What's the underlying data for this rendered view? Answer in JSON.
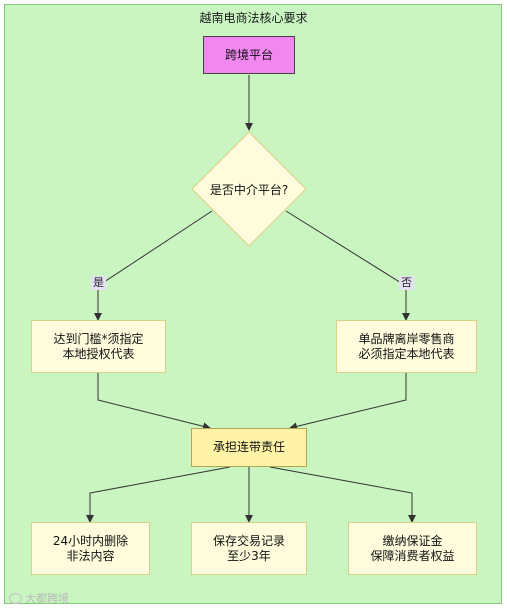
{
  "title": "越南电商法核心要求",
  "nodes": {
    "start": "跨境平台",
    "decision": "是否中介平台?",
    "left": "达到门槛*须指定\n本地授权代表",
    "right": "单品牌离岸零售商\n必须指定本地代表",
    "liability": "承担连带责任",
    "out1": "24小时内删除\n非法内容",
    "out2": "保存交易记录\n至少3年",
    "out3": "缴纳保证金\n保障消费者权益"
  },
  "edge_labels": {
    "yes": "是",
    "no": "否"
  },
  "watermark": "大都跨境",
  "colors": {
    "background": "#c9f5c1",
    "start_fill": "#f088f0",
    "node_fill": "#fffbdd",
    "liability_fill": "#fff3a8",
    "edge": "#333333"
  }
}
